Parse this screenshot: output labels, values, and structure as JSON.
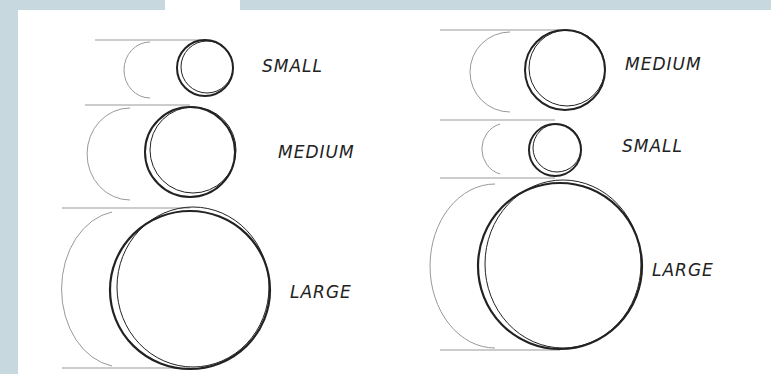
{
  "diagram": {
    "labels": [
      "SMALL",
      "MEDIUM",
      "LARGE",
      "MEDIUM",
      "SMALL",
      "LARGE"
    ]
  }
}
